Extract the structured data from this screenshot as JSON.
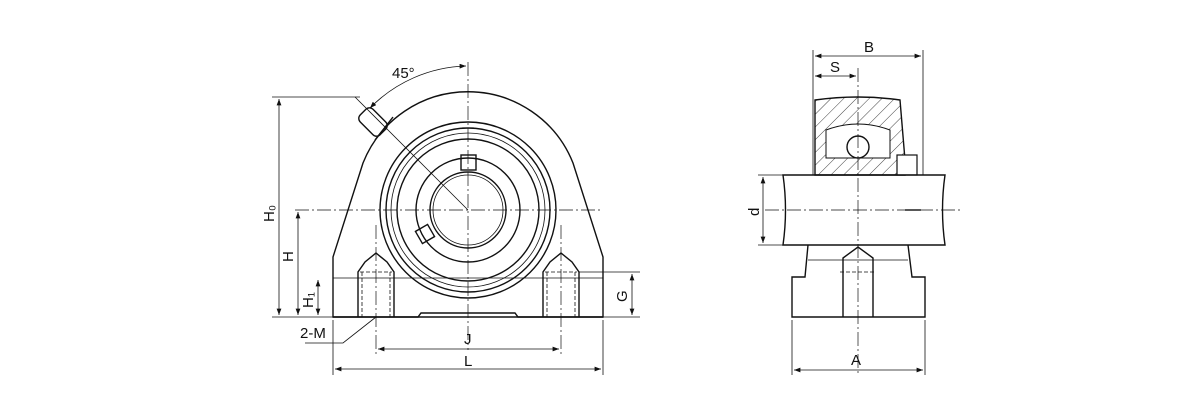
{
  "front_view": {
    "angle_label": "45°",
    "dim_h0": "H₀",
    "dim_h": "H",
    "dim_h1": "H₁",
    "dim_g": "G",
    "dim_j": "J",
    "dim_l": "L",
    "bolt_label": "2-M"
  },
  "side_view": {
    "dim_b": "B",
    "dim_s": "S",
    "dim_d": "d",
    "dim_a": "A"
  }
}
